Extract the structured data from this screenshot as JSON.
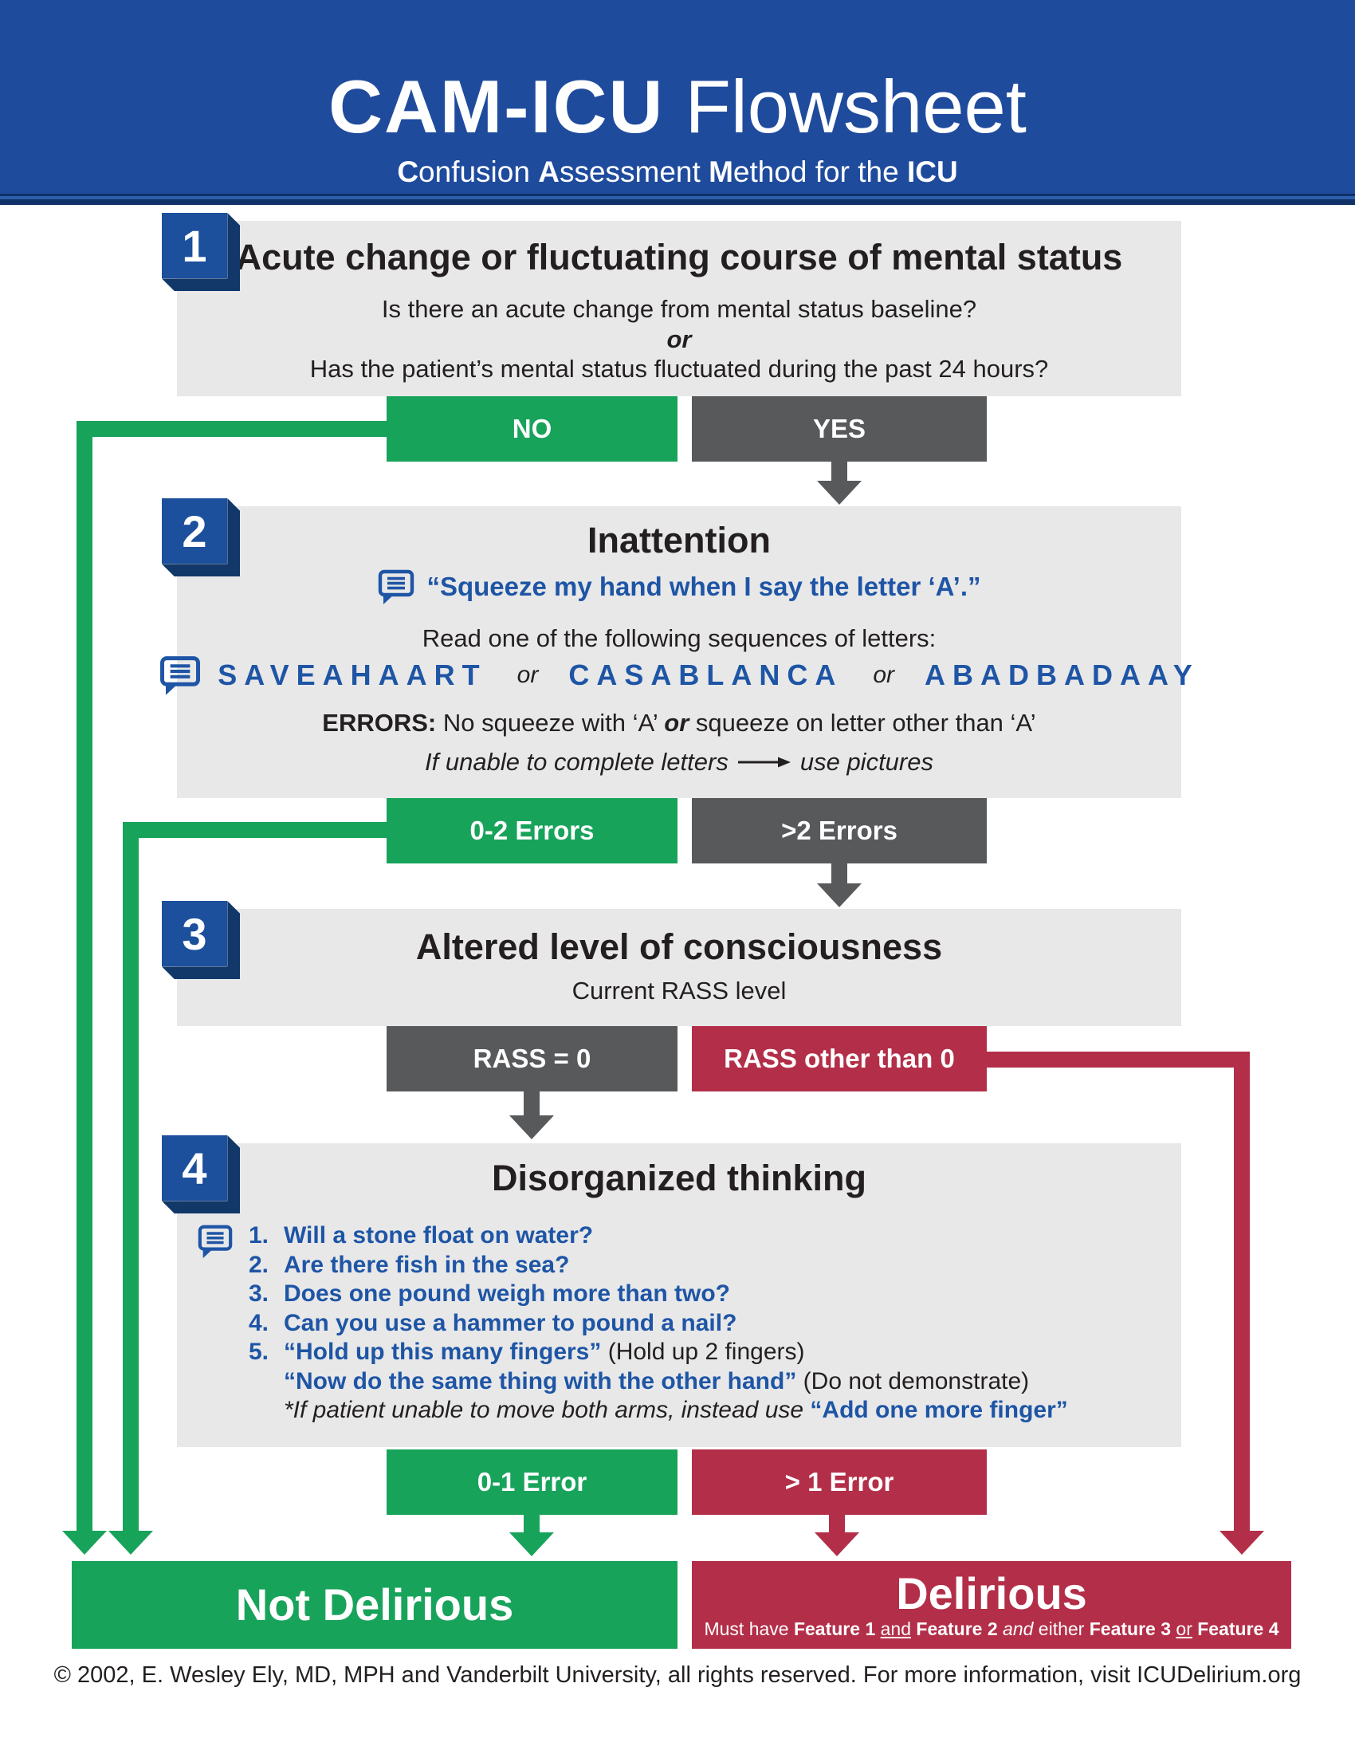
{
  "header": {
    "title_strong": "CAM-ICU",
    "title_rest": " Flowsheet",
    "subtitle": {
      "b1": "C",
      "r1": "onfusion ",
      "b2": "A",
      "r2": "ssessment ",
      "b3": "M",
      "r3": "ethod for the ",
      "b4": "ICU"
    }
  },
  "sections": [
    {
      "num": "1",
      "title": "Acute change or fluctuating course of mental status",
      "line1": "Is there an acute change from mental status baseline?",
      "or": "or",
      "line2": "Has the patient’s mental status fluctuated during the past 24 hours?",
      "buttons": {
        "left": "NO",
        "right": "YES"
      }
    },
    {
      "num": "2",
      "title": "Inattention",
      "quote": "“Squeeze my hand when I say the letter ‘A’.”",
      "read_line": "Read one of the following sequences of letters:",
      "seq1": "SAVEAHAART",
      "or1": "or",
      "seq2": "CASABLANCA",
      "or2": "or",
      "seq3": "ABADBADAAY",
      "errors_label": "ERRORS:",
      "errors_pre": " No squeeze with ‘A’ ",
      "errors_or": "or",
      "errors_post": " squeeze on letter other than ‘A’",
      "note_pre": "If unable to complete letters",
      "note_post": "use pictures",
      "buttons": {
        "left": "0-2 Errors",
        "right": ">2 Errors"
      }
    },
    {
      "num": "3",
      "title": "Altered level of consciousness",
      "subtitle": "Current RASS level",
      "buttons": {
        "left": "RASS = 0",
        "right": "RASS other than 0"
      }
    },
    {
      "num": "4",
      "title": "Disorganized thinking",
      "questions": [
        {
          "num": "1.",
          "text": "Will a stone float on water?"
        },
        {
          "num": "2.",
          "text": "Are there fish in the sea?"
        },
        {
          "num": "3.",
          "text": "Does one pound weigh more than two?"
        },
        {
          "num": "4.",
          "text": "Can you use a hammer to pound a nail?"
        },
        {
          "num": "5.",
          "quote": "“Hold up this many fingers”",
          "paren": " (Hold up 2 fingers)"
        }
      ],
      "line6_quote": "“Now do the same thing with the other hand”",
      "line6_paren": " (Do not demonstrate)",
      "line7_pre": "*If patient unable to move both arms, instead use ",
      "line7_quote": "“Add one more finger”",
      "buttons": {
        "left": "0-1 Error",
        "right": "> 1 Error"
      }
    }
  ],
  "outcomes": {
    "negative": {
      "label": "Not Delirious"
    },
    "positive": {
      "label": "Delirious",
      "sub": {
        "p1": "Must have ",
        "f1": "Feature 1",
        "and1": "and",
        "f2": "Feature 2",
        "and2": "and",
        "either": " either ",
        "f3": "Feature 3",
        "or": "or",
        "f4": "Feature 4"
      }
    }
  },
  "footer": "© 2002, E. Wesley Ely, MD, MPH and Vanderbilt University, all rights reserved. For more information, visit ICUDelirium.org",
  "icons": {
    "speech_bubble": "speech-bubble-icon",
    "down_arrow": "down-arrow-icon",
    "long_right_arrow": "right-arrow-icon"
  },
  "colors": {
    "header_blue": "#1f4b9d",
    "header_strip_dark": "#0f3168",
    "badge_blue": "#1c4f9c",
    "badge_shadow": "#123769",
    "section_gray": "#e8e8e9",
    "green": "#18a35b",
    "neutral_gray": "#58595b",
    "red": "#b32e48",
    "text_blue": "#1e55a5",
    "text_black": "#231f20"
  }
}
